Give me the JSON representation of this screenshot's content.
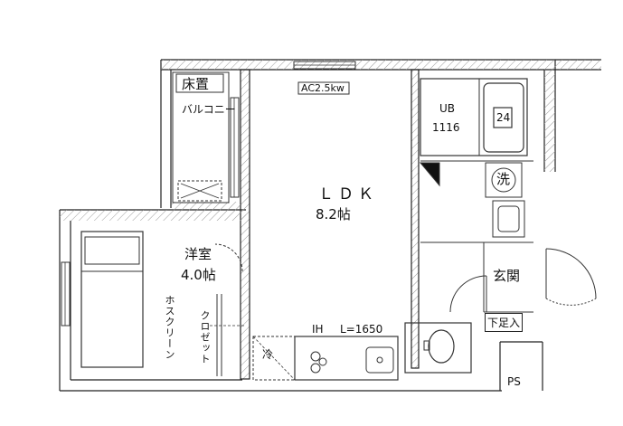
{
  "rooms": {
    "ldk": {
      "name": "ＬＤＫ",
      "size": "8.2帖"
    },
    "western": {
      "name": "洋室",
      "size": "4.0帖"
    },
    "balcony": "バルコニー",
    "floor_storage": "床置",
    "unit_bath": {
      "name": "UB",
      "size": "1116"
    },
    "ventilation": "24",
    "washer": "洗",
    "entrance": "玄関",
    "shoe_box": "下足入",
    "ps": "PS",
    "hosu_curtain": "ホスクリーン",
    "closet": "クロゼット",
    "fridge": "冷"
  },
  "equipment": {
    "aircon": "AC2.5kw",
    "kitchen_ih": "IH",
    "kitchen_length": "L=1650"
  },
  "colors": {
    "wall": "#222222",
    "wall_light": "#555555",
    "hatch": "#cfcfcf",
    "background": "#ffffff"
  }
}
